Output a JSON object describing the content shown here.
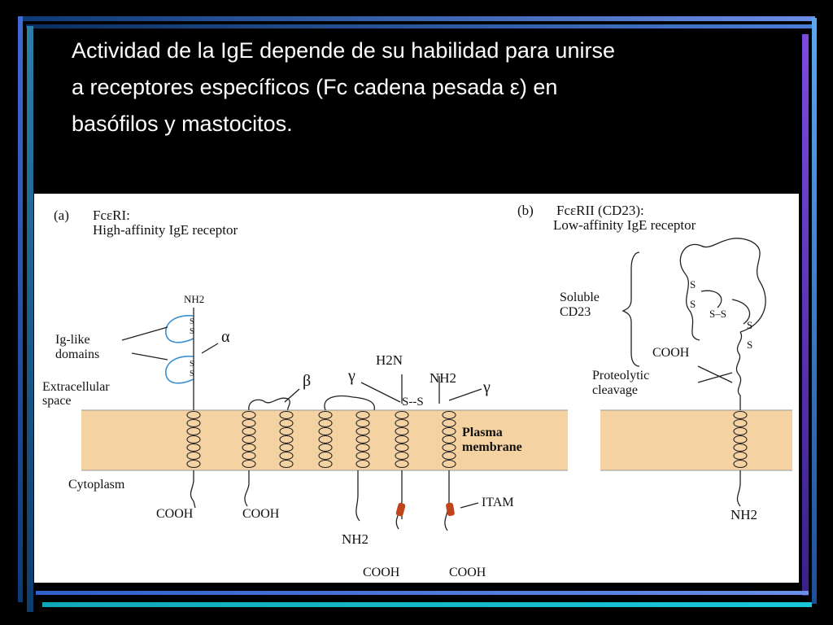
{
  "slide": {
    "title_lines": [
      "Actividad de la IgE depende de su habilidad para unirse",
      "a receptores específicos (Fc cadena pesada ε) en",
      "basófilos y mastocitos."
    ]
  },
  "figure": {
    "panel_a": {
      "letter": "(a)",
      "name": "FcεRI:",
      "subtitle": "High-affinity IgE receptor"
    },
    "panel_b": {
      "letter": "(b)",
      "name": "FcεRII (CD23):",
      "subtitle": "Low-affinity IgE receptor"
    },
    "labels": {
      "ig_like_1": "Ig-like",
      "ig_like_2": "domains",
      "extracellular_1": "Extracellular",
      "extracellular_2": "space",
      "cytoplasm": "Cytoplasm",
      "plasma_1": "Plasma",
      "plasma_2": "membrane",
      "alpha": "α",
      "beta": "β",
      "gamma": "γ",
      "h2n": "H2N",
      "nh2": "NH2",
      "ss": "S--S",
      "s": "S",
      "cooh": "COOH",
      "itam": "ITAM",
      "soluble_1": "Soluble",
      "soluble_2": "CD23",
      "proteolytic_1": "Proteolytic",
      "proteolytic_2": "cleavage",
      "ss_dash": "S–S"
    },
    "colors": {
      "membrane": "#f5d2a2",
      "itam": "#c0441a",
      "ig_domain": "#3b8fd0"
    }
  }
}
